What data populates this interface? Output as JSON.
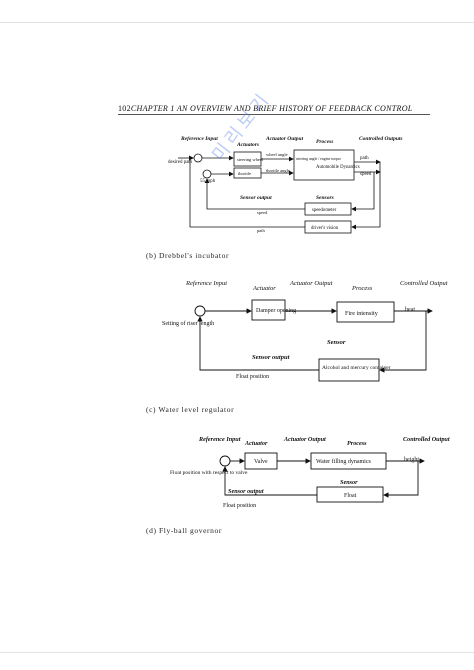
{
  "header": {
    "page_number": "102",
    "title": "CHAPTER 1   AN OVERVIEW AND BRIEF HISTORY OF FEEDBACK CONTROL"
  },
  "watermark": "미리보기",
  "diagram_a": {
    "reference_input": "Reference Input",
    "actuators": "Actuators",
    "actuator_output": "Actuator Output",
    "process": "Process",
    "controlled_outputs": "Controlled Outputs",
    "desired_path": "desired path",
    "speed_55": "55 mph",
    "steering_wheel": "steering wheel",
    "throttle": "throttle",
    "wheel_angle": "wheel angle",
    "throttle_angle": "throttle angle",
    "process_box": "Automobile Dynamics",
    "inputs_text": "steering angle / engine torque",
    "path": "path",
    "speed": "speed",
    "sensor_output": "Sensor output",
    "sensors": "Sensors",
    "speedometer": "speedometer",
    "drivers_vision": "driver's vision",
    "speed_fb": "speed",
    "path_fb": "path"
  },
  "caption_b": "(b)  Drebbel's incubator",
  "diagram_b": {
    "reference_input": "Reference Input",
    "actuator": "Actuator",
    "actuator_output": "Actuator Output",
    "process": "Process",
    "controlled_output": "Controlled Output",
    "setting": "Setting of riser length",
    "actuator_box": "Damper opening",
    "process_box": "Fire intensity",
    "heat": "heat",
    "sensor": "Sensor",
    "sensor_output": "Sensor output",
    "sensor_box": "Alcohol and mercury container",
    "float_position": "Float position"
  },
  "caption_c": "(c)  Water level regulator",
  "diagram_c": {
    "reference_input": "Reference Input",
    "actuator": "Actuator",
    "actuator_output": "Actuator Output",
    "process": "Process",
    "controlled_output": "Controlled Output",
    "float_ref": "Float position with respect to valve",
    "actuator_box": "Valve",
    "process_box": "Water filling dynamics",
    "height": "height",
    "sensor": "Sensor",
    "sensor_output": "Sensor output",
    "sensor_box": "Float",
    "float_position": "Float position"
  },
  "caption_d": "(d)  Fly-ball governor"
}
